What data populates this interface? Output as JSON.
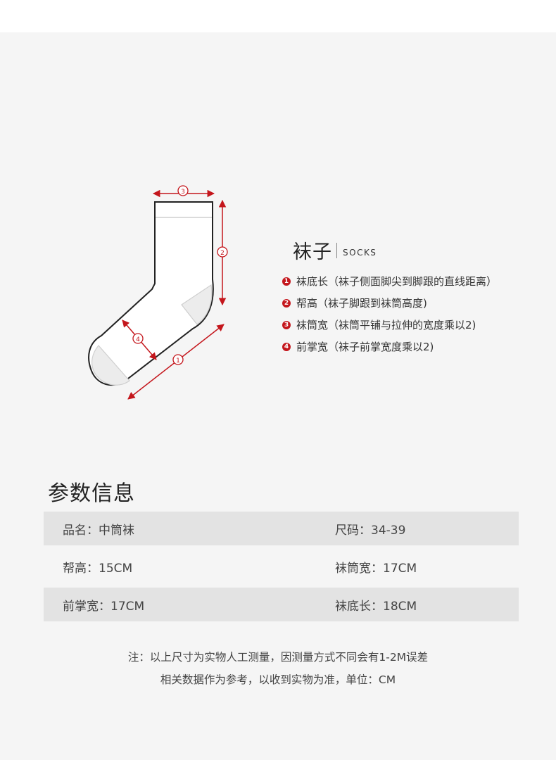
{
  "diagram": {
    "markers": [
      "3",
      "2",
      "4",
      "1"
    ],
    "accent_color": "#c4161c"
  },
  "legend": {
    "title_cn": "袜子",
    "title_en": "SOCKS",
    "items": [
      {
        "badge": "1",
        "text": "袜底长（袜子侧面脚尖到脚跟的直线距离）"
      },
      {
        "badge": "2",
        "text": "帮高（袜子脚跟到袜筒高度)"
      },
      {
        "badge": "3",
        "text": "袜筒宽（袜筒平铺与拉伸的宽度乘以2)"
      },
      {
        "badge": "4",
        "text": "前掌宽（袜子前掌宽度乘以2)"
      }
    ]
  },
  "specs": {
    "title": "参数信息",
    "rows": [
      {
        "left": "品名：中筒袜",
        "right": "尺码：34-39"
      },
      {
        "left": "帮高：15CM",
        "right": "袜筒宽：17CM"
      },
      {
        "left": "前掌宽：17CM",
        "right": "袜底长：18CM"
      }
    ]
  },
  "notes": {
    "line1": "注：以上尺寸为实物人工测量，因测量方式不同会有1-2M误差",
    "line2": "相关数据作为参考，以收到实物为准，单位：CM"
  }
}
